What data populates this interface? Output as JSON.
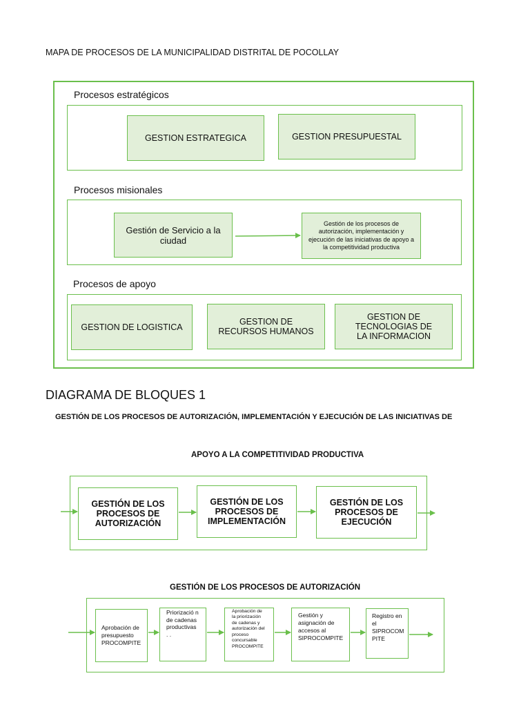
{
  "doc_title": "MAPA DE PROCESOS DE LA MUNICIPALIDAD DISTRITAL DE POCOLLAY",
  "process_map": {
    "strategic": {
      "label": "Procesos estratégicos",
      "boxes": [
        "GESTION ESTRATEGICA",
        "GESTION PRESUPUESTAL"
      ]
    },
    "missional": {
      "label": "Procesos misionales",
      "boxes": [
        "Gestión de Servicio a la ciudad",
        "Gestión de los procesos de autorización, implementación y ejecución de las iniciativas de apoyo a la competitividad productiva"
      ]
    },
    "support": {
      "label": "Procesos de apoyo",
      "boxes": [
        "GESTION DE LOGISTICA",
        "GESTION DE RECURSOS HUMANOS",
        "GESTION DE TECNOLOGIAS DE LA INFORMACION"
      ]
    }
  },
  "block_diagram": {
    "heading": "DIAGRAMA DE BLOQUES 1",
    "subtitle_line1": "GESTIÓN DE LOS PROCESOS DE AUTORIZACIÓN, IMPLEMENTACIÓN Y EJECUCIÓN DE LAS INICIATIVAS DE",
    "subtitle_line2": "APOYO A LA COMPETITIVIDAD PRODUCTIVA",
    "steps": [
      "GESTIÓN DE LOS PROCESOS DE AUTORIZACIÓN",
      "GESTIÓN DE LOS PROCESOS DE IMPLEMENTACIÓN",
      "GESTIÓN DE LOS PROCESOS DE EJECUCIÓN"
    ]
  },
  "authorization": {
    "heading": "GESTIÓN DE LOS PROCESOS DE AUTORIZACIÓN",
    "steps": [
      "Aprobación de presupuesto PROCOMPITE",
      "Priorizació n de cadenas productivas . .",
      "Aprobación de la priorización de cadenas y autorización del proceso concursable PROCOMPITE",
      "Gestión y asignación de accesos al SIPROCOMPITE",
      "Registro en el SIPROCOM PITE"
    ]
  }
}
